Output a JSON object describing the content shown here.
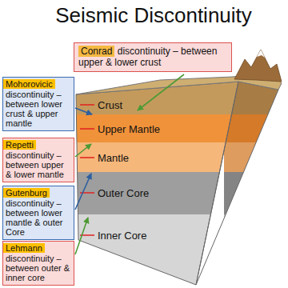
{
  "diagram": {
    "title": "Seismic Discontinuity",
    "nodes": [
      {
        "text": [
          "Conrad",
          "discontinuity – between upper & lower crust"
        ]
      },
      {
        "text": [
          "Mohorovicic",
          "discontinuity – between lower crust & upper mantle"
        ]
      },
      {
        "text": [
          "Repetti",
          "discontinuity – between upper & lower mantle"
        ]
      },
      {
        "text": [
          "Gutenburg",
          "discontinuity – between lower mantle & outer Core"
        ]
      },
      {
        "text": [
          "Lehmann",
          "discontinuity – between outer & inner core"
        ]
      }
    ],
    "labels": [
      "Crust",
      "Upper Mantle",
      "Mantle",
      "Outer Core",
      "Inner Core"
    ]
  }
}
